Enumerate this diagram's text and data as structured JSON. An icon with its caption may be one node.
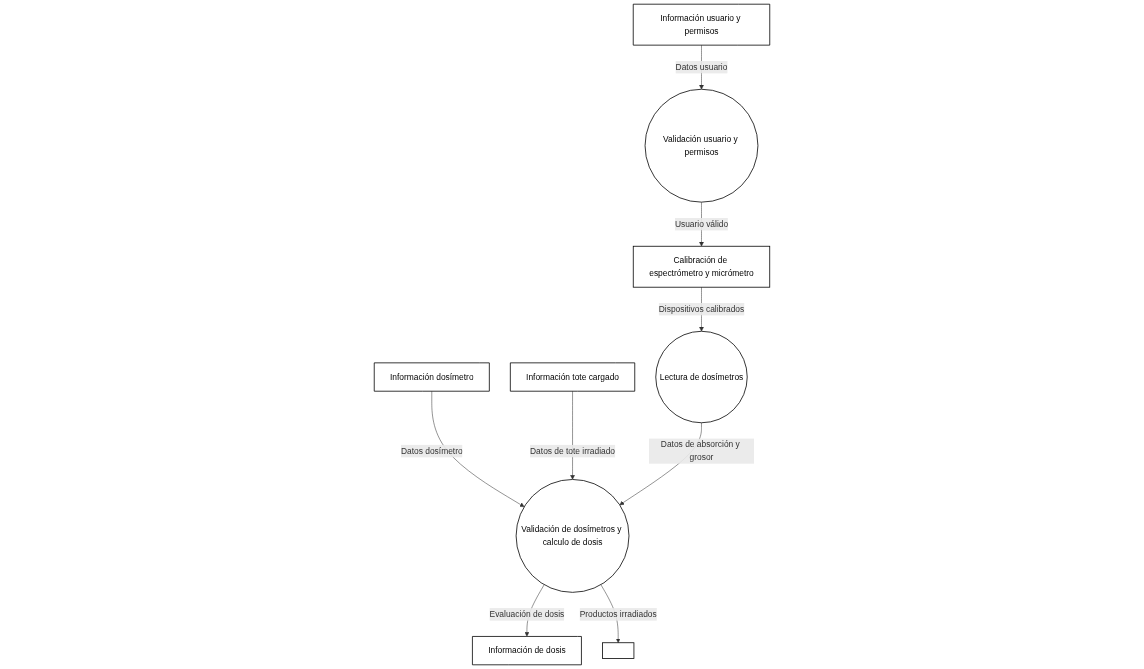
{
  "diagram": {
    "nodes": [
      {
        "text": [
          "Información usuario y permisos"
        ]
      },
      {
        "text": [
          "Validación usuario y permisos"
        ]
      },
      {
        "text": [
          "Calibración de espectrómetro y micrómetro"
        ]
      },
      {
        "text": [],
        "shape": "box"
      },
      {
        "text": [
          "Información de dosis"
        ]
      },
      {
        "text": [
          "Información dosímetro"
        ]
      },
      {
        "text": [
          "Validación de dosímetros y calculo de dosis"
        ]
      },
      {
        "text": [
          "Lectura de dosímetros"
        ]
      },
      {
        "text": [
          "Información tote cargado"
        ]
      }
    ],
    "edges": [
      {
        "from": 0,
        "to": 1,
        "arrow": "to",
        "label": "Datos usuario"
      },
      {
        "from": 1,
        "to": 2,
        "arrow": "to",
        "label": "Usuario válido"
      },
      {
        "from": 2,
        "to": 7,
        "arrow": "to",
        "label": "Dispositivos calibrados"
      },
      {
        "from": 6,
        "to": 4,
        "arrow": "to",
        "label": "Evaluación de dosis"
      },
      {
        "from": 6,
        "to": 3,
        "arrow": "to",
        "label": "Productos irradiados"
      },
      {
        "from": 5,
        "to": 6,
        "arrow": "to",
        "label": "Datos dosímetro"
      },
      {
        "from": 8,
        "to": 6,
        "arrow": "to",
        "label": "Datos de tote irradiado"
      },
      {
        "from": 7,
        "to": 6,
        "arrow": "to",
        "label": "Datos de absorción y grosor"
      }
    ]
  }
}
